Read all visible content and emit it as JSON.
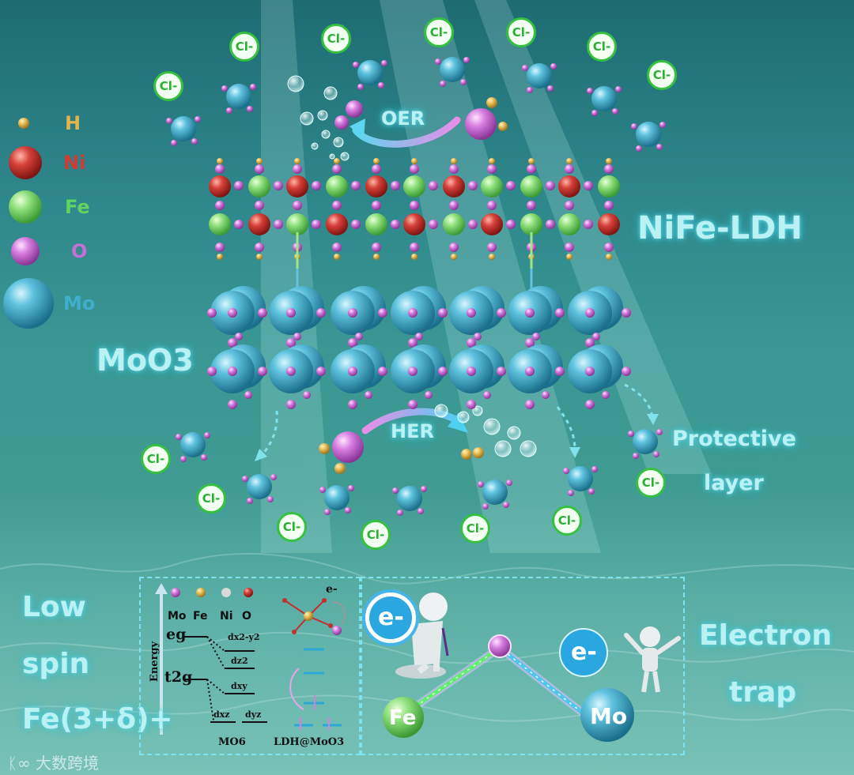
{
  "legend": {
    "items": [
      {
        "symbol": "H",
        "color": "#e2b44d"
      },
      {
        "symbol": "Ni",
        "color": "#d13b33"
      },
      {
        "symbol": "Fe",
        "color": "#5fd45f"
      },
      {
        "symbol": "O",
        "color": "#c86fd6"
      },
      {
        "symbol": "Mo",
        "color": "#3fb0cc"
      }
    ]
  },
  "ion_label": "Cl-",
  "labels": {
    "oer": "OER",
    "her": "HER",
    "nife": "NiFe-LDH",
    "moo3": "MoO3",
    "protective_1": "Protective",
    "protective_2": "layer"
  },
  "bottom_left": {
    "line1": "Low",
    "line2": "spin",
    "line3": "Fe(3+δ)+"
  },
  "bottom_right": {
    "line1": "Electron",
    "line2": "trap"
  },
  "energy_diagram": {
    "axis_label": "Energy",
    "elements": [
      "Mo",
      "Fe",
      "Ni",
      "O"
    ],
    "eg": "eg",
    "t2g": "t2g",
    "orbitals": [
      "dx2-y2",
      "dz2",
      "dxy",
      "dxz",
      "dyz"
    ],
    "mo6": "MO6",
    "ldh_moo3": "LDH@MoO3",
    "electron": "e-"
  },
  "trap_panel": {
    "electron": "e-",
    "fe": "Fe",
    "mo": "Mo"
  },
  "watermark": "大数跨境"
}
